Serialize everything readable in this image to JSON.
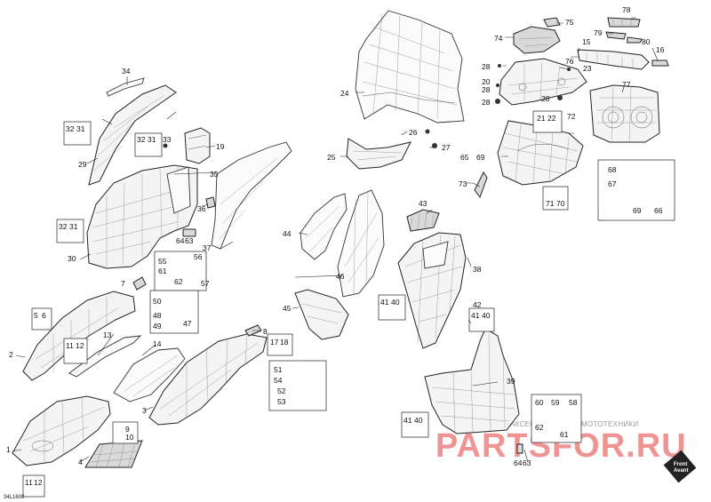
{
  "diagram": {
    "image_code": "34L1608",
    "front_badge": {
      "line1": "Front",
      "line2": "Avant"
    },
    "watermark": {
      "tagline": "ЗАПЧАСТИ И АКСЕССУАРЫ ДЛЯ МОТОТЕХНИКИ",
      "brand_red": "PARTS",
      "brand_rest": "FOR.RU"
    },
    "callouts": [
      {
        "id": "1",
        "text": "1"
      },
      {
        "id": "2",
        "text": "2"
      },
      {
        "id": "3",
        "text": "3"
      },
      {
        "id": "4",
        "text": "4"
      },
      {
        "id": "5",
        "text": "5"
      },
      {
        "id": "6",
        "text": "6"
      },
      {
        "id": "7",
        "text": "7"
      },
      {
        "id": "8",
        "text": "8"
      },
      {
        "id": "9",
        "text": "9"
      },
      {
        "id": "10",
        "text": "10"
      },
      {
        "id": "11",
        "text": "11"
      },
      {
        "id": "12",
        "text": "12"
      },
      {
        "id": "13",
        "text": "13"
      },
      {
        "id": "14",
        "text": "14"
      },
      {
        "id": "15",
        "text": "15"
      },
      {
        "id": "16",
        "text": "16"
      },
      {
        "id": "17",
        "text": "17"
      },
      {
        "id": "18",
        "text": "18"
      },
      {
        "id": "19",
        "text": "19"
      },
      {
        "id": "20",
        "text": "20"
      },
      {
        "id": "21",
        "text": "21"
      },
      {
        "id": "22",
        "text": "22"
      },
      {
        "id": "23",
        "text": "23"
      },
      {
        "id": "24",
        "text": "24"
      },
      {
        "id": "25",
        "text": "25"
      },
      {
        "id": "26",
        "text": "26"
      },
      {
        "id": "27",
        "text": "27"
      },
      {
        "id": "28",
        "text": "28"
      },
      {
        "id": "29",
        "text": "29"
      },
      {
        "id": "30",
        "text": "30"
      },
      {
        "id": "31",
        "text": "31"
      },
      {
        "id": "32",
        "text": "32"
      },
      {
        "id": "33",
        "text": "33"
      },
      {
        "id": "34",
        "text": "34"
      },
      {
        "id": "35",
        "text": "35"
      },
      {
        "id": "36",
        "text": "36"
      },
      {
        "id": "37",
        "text": "37"
      },
      {
        "id": "38",
        "text": "38"
      },
      {
        "id": "39",
        "text": "39"
      },
      {
        "id": "40",
        "text": "40"
      },
      {
        "id": "41",
        "text": "41"
      },
      {
        "id": "42",
        "text": "42"
      },
      {
        "id": "43",
        "text": "43"
      },
      {
        "id": "44",
        "text": "44"
      },
      {
        "id": "45",
        "text": "45"
      },
      {
        "id": "46",
        "text": "46"
      },
      {
        "id": "47",
        "text": "47"
      },
      {
        "id": "48",
        "text": "48"
      },
      {
        "id": "49",
        "text": "49"
      },
      {
        "id": "50",
        "text": "50"
      },
      {
        "id": "51",
        "text": "51"
      },
      {
        "id": "52",
        "text": "52"
      },
      {
        "id": "53",
        "text": "53"
      },
      {
        "id": "54",
        "text": "54"
      },
      {
        "id": "55",
        "text": "55"
      },
      {
        "id": "56",
        "text": "56"
      },
      {
        "id": "57",
        "text": "57"
      },
      {
        "id": "58",
        "text": "58"
      },
      {
        "id": "59",
        "text": "59"
      },
      {
        "id": "60",
        "text": "60"
      },
      {
        "id": "61",
        "text": "61"
      },
      {
        "id": "62",
        "text": "62"
      },
      {
        "id": "63",
        "text": "63"
      },
      {
        "id": "64",
        "text": "64"
      },
      {
        "id": "65",
        "text": "65"
      },
      {
        "id": "66",
        "text": "66"
      },
      {
        "id": "67",
        "text": "67"
      },
      {
        "id": "68",
        "text": "68"
      },
      {
        "id": "69",
        "text": "69"
      },
      {
        "id": "70",
        "text": "70"
      },
      {
        "id": "71",
        "text": "71"
      },
      {
        "id": "72",
        "text": "72"
      },
      {
        "id": "73",
        "text": "73"
      },
      {
        "id": "74",
        "text": "74"
      },
      {
        "id": "75",
        "text": "75"
      },
      {
        "id": "76",
        "text": "76"
      },
      {
        "id": "77",
        "text": "77"
      },
      {
        "id": "78",
        "text": "78"
      },
      {
        "id": "79",
        "text": "79"
      },
      {
        "id": "80",
        "text": "80"
      }
    ],
    "colors": {
      "line": "#222222",
      "fill": "#f4f4f4",
      "watermark_red": "#e43b3b",
      "badge": "#222222"
    }
  }
}
